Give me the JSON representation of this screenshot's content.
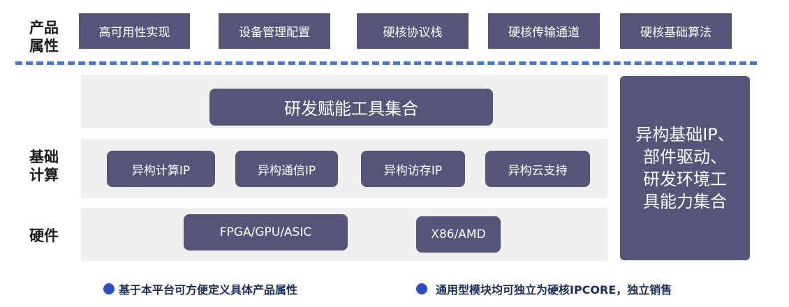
{
  "rows": {
    "product_label": [
      "产品",
      "属性"
    ],
    "base_label": [
      "基础",
      "计算"
    ],
    "hardware_label": "硬件"
  },
  "product_attributes": [
    "高可用性实现",
    "设备管理配置",
    "硬核协议栈",
    "硬核传输通道",
    "硬核基础算法"
  ],
  "rd_tools": "研发赋能工具集合",
  "base_compute": [
    "异构计算IP",
    "异构通信IP",
    "异构访存IP",
    "异构云支持"
  ],
  "hardware": [
    "FPGA/GPU/ASIC",
    "X86/AMD"
  ],
  "side_box": [
    "异构基础IP、",
    "部件驱动、",
    "研发环境工",
    "具能力集合"
  ],
  "notes": [
    "基于本平台可方便定义具体产品属性",
    "通用型模块均可独立为硬核IPCORE，独立销售"
  ],
  "colors": {
    "box": "#55557a",
    "band": "#efefef",
    "dash": "#4a76c4",
    "dot": "#2e4ec0"
  }
}
